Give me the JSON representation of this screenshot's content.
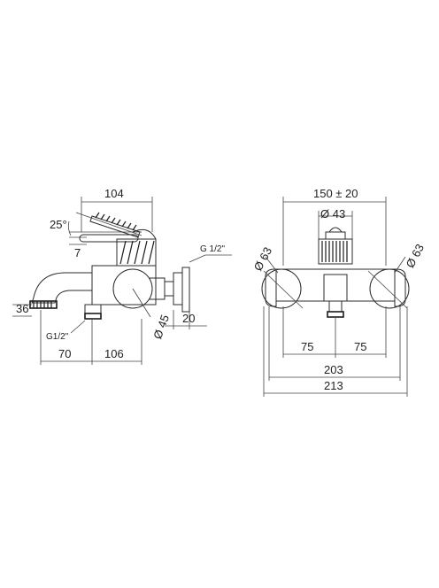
{
  "side_view": {
    "dim_top": "104",
    "angle": "25°",
    "handle_offset": "7",
    "thread_label": "G 1/2\"",
    "spout_height": "36",
    "inlet_thread": "G1/2\"",
    "body_diameter": "Ø 45",
    "wall_flange": "20",
    "dim_spout": "70",
    "dim_body": "106"
  },
  "front_view": {
    "dim_centers": "150 ± 20",
    "center_diameter": "Ø 43",
    "left_diameter": "Ø 63",
    "right_diameter": "Ø 63",
    "dim_left_half": "75",
    "dim_right_half": "75",
    "dim_inner": "203",
    "dim_outer": "213"
  }
}
